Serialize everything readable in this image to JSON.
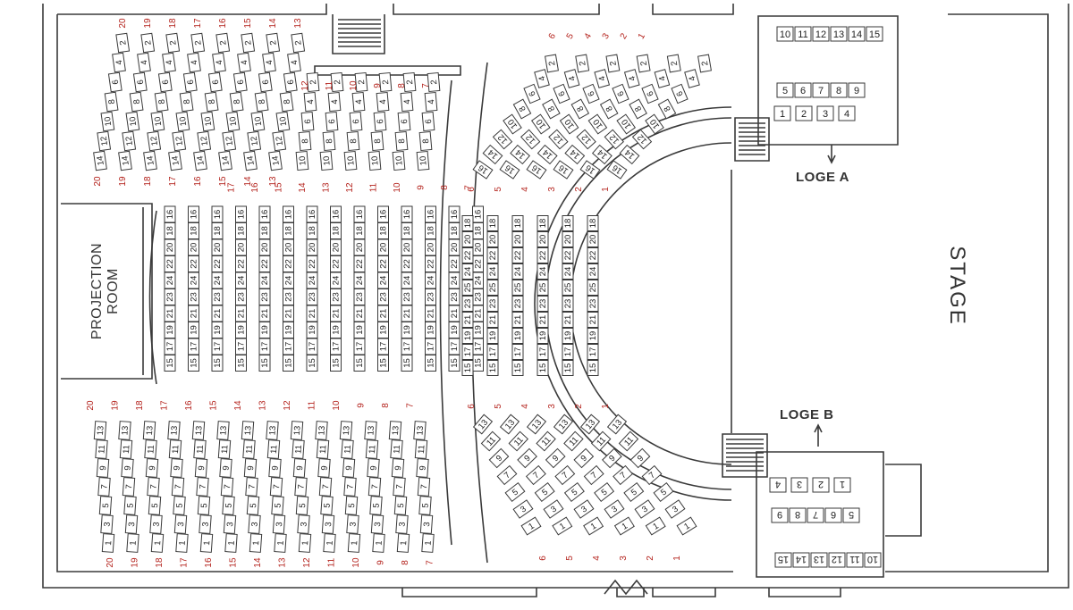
{
  "labels": {
    "projection_line1": "PROJECTION",
    "projection_line2": "ROOM",
    "stage": "STAGE",
    "loge_a": "LOGE A",
    "loge_b": "LOGE B"
  },
  "colors": {
    "line": "#3a3a3a",
    "row_number": "#b4231d",
    "seat_fill": "#ffffff",
    "background": "#ffffff"
  },
  "sections": [
    {
      "id": "upper-even",
      "rows": [
        "20",
        "19",
        "18",
        "17",
        "16",
        "15",
        "14",
        "13"
      ],
      "seats": [
        "14",
        "12",
        "10",
        "8",
        "6",
        "4",
        "2"
      ]
    },
    {
      "id": "mid-even-top",
      "rows": [
        "12",
        "11",
        "10",
        "9",
        "8",
        "7"
      ],
      "seats": [
        "10",
        "8",
        "6",
        "4",
        "2"
      ]
    },
    {
      "id": "center-block",
      "rows": [
        "17",
        "16",
        "15",
        "14",
        "13",
        "12",
        "11",
        "10",
        "9",
        "8",
        "7"
      ],
      "seats": [
        "16",
        "18",
        "20",
        "22",
        "24",
        "23",
        "21",
        "19",
        "17",
        "15"
      ]
    },
    {
      "id": "lower-odd",
      "rows": [
        "20",
        "19",
        "18",
        "17",
        "16",
        "15",
        "14",
        "13",
        "12",
        "11",
        "10",
        "9",
        "8",
        "7"
      ],
      "seats": [
        "13",
        "11",
        "9",
        "7",
        "5",
        "3",
        "1"
      ]
    },
    {
      "id": "inner-even",
      "rows": [
        "6",
        "5",
        "4",
        "3",
        "2",
        "1"
      ],
      "seats": [
        "16",
        "14",
        "12",
        "10",
        "8",
        "6",
        "4",
        "2"
      ]
    },
    {
      "id": "inner-center",
      "rows": [
        "6",
        "5",
        "4",
        "3",
        "2",
        "1"
      ],
      "seats": [
        "18",
        "20",
        "22",
        "24",
        "25",
        "23",
        "21",
        "19",
        "17",
        "15"
      ]
    },
    {
      "id": "inner-odd",
      "rows": [
        "6",
        "5",
        "4",
        "3",
        "2",
        "1"
      ],
      "seats": [
        "13",
        "11",
        "9",
        "7",
        "5",
        "3",
        "1"
      ]
    }
  ],
  "loges": [
    {
      "id": "loge-a",
      "name": "LOGE A",
      "rows": [
        [
          "10",
          "11",
          "12",
          "13",
          "14",
          "15"
        ],
        [
          "5",
          "6",
          "7",
          "8",
          "9"
        ],
        [
          "1",
          "2",
          "3",
          "4"
        ]
      ]
    },
    {
      "id": "loge-b",
      "name": "LOGE B",
      "rows": [
        [
          "4",
          "3",
          "2",
          "1"
        ],
        [
          "9",
          "8",
          "7",
          "6",
          "5"
        ],
        [
          "15",
          "14",
          "13",
          "12",
          "11",
          "10"
        ]
      ]
    }
  ]
}
